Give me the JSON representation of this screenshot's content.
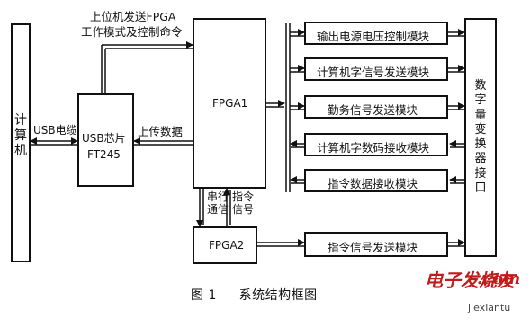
{
  "blocks": {
    "computer": "计算机",
    "usb_chip_line1": "USB芯片",
    "usb_chip_line2": "FT245",
    "fpga1": "FPGA1",
    "fpga2": "FPGA2",
    "converter": "数字量变换器接口"
  },
  "modules": [
    {
      "label": "输出电源电压控制模块",
      "direction": "out"
    },
    {
      "label": "计算机字信号发送模块",
      "direction": "out"
    },
    {
      "label": "勤务信号发送模块",
      "direction": "out"
    },
    {
      "label": "计算机字数码接收模块",
      "direction": "in"
    },
    {
      "label": "指令数据接收模块",
      "direction": "in"
    }
  ],
  "fpga2_module": "指令信号发送模块",
  "links": {
    "usb_cable": "USB电缆",
    "cmd_line1": "上位机发送FPGA",
    "cmd_line2": "工作模式及控制命令",
    "upload": "上传数据",
    "serial_line1": "串行",
    "serial_line2": "通信",
    "instr_line1": "指令",
    "instr_line2": "信号"
  },
  "caption": "图 1     系统结构框图",
  "watermark": {
    "brand": "电子发烧友",
    "domain": ".com",
    "sub": "jiexiantu"
  }
}
